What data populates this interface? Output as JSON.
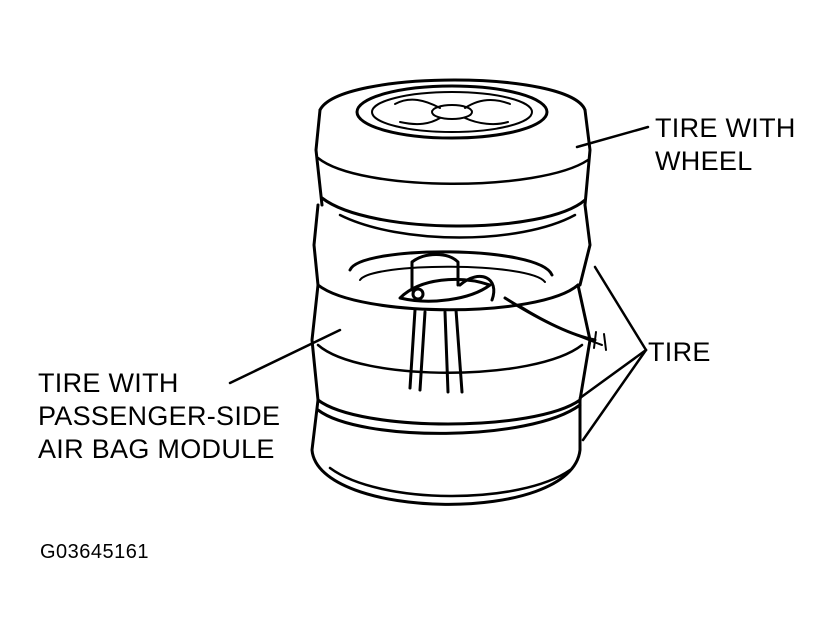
{
  "labels": {
    "tire_with_wheel": [
      "TIRE WITH",
      "WHEEL"
    ],
    "tire": "TIRE",
    "tire_with_airbag": [
      "TIRE WITH",
      "PASSENGER-SIDE",
      "AIR BAG MODULE"
    ]
  },
  "figure_id": "G03645161",
  "colors": {
    "line": "#000000",
    "background": "#ffffff"
  }
}
